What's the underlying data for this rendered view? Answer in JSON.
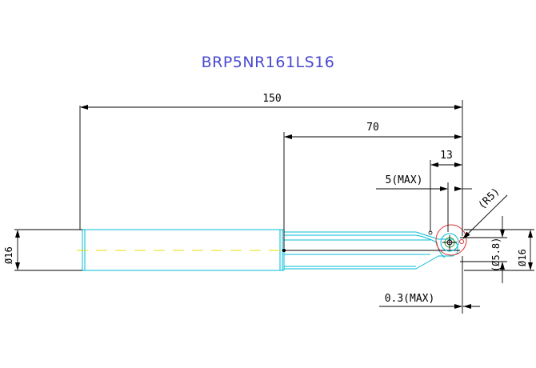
{
  "title": "BRP5NR161LS16",
  "dimensions": {
    "overall_length": "150",
    "flute_length": "70",
    "neck_length": "13",
    "max_offset": "5(MAX)",
    "radius": "(R5)",
    "neck_dia": "(Ø5.8)",
    "shank_dia_left": "Ø16",
    "shank_dia_right": "Ø16",
    "runout": "0.3(MAX)"
  },
  "colors": {
    "title": "#4a4ad0",
    "outline": "#00bcd4",
    "centerline": "#e8e000",
    "dimension": "#000000",
    "cutter": "#e03030"
  }
}
